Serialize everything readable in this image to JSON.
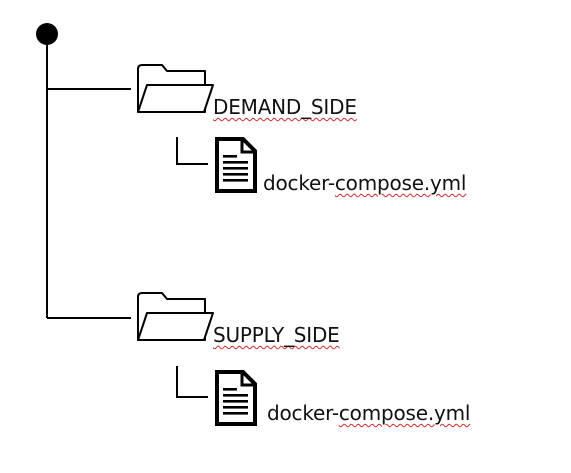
{
  "tree": {
    "folders": [
      {
        "name": "DEMAND_SIDE",
        "icon": "folder-icon",
        "children": [
          {
            "name_plain": "docker-",
            "name_flagged": "compose.yml",
            "icon": "document-icon"
          }
        ]
      },
      {
        "name": "SUPPLY_SIDE",
        "icon": "folder-icon",
        "children": [
          {
            "name_plain": "docker-",
            "name_flagged": "compose.yml",
            "icon": "document-icon"
          }
        ]
      }
    ]
  },
  "colors": {
    "line": "#000000",
    "text": "#111111",
    "spellcheck_underline": "#cc2a2a",
    "background": "#ffffff"
  }
}
